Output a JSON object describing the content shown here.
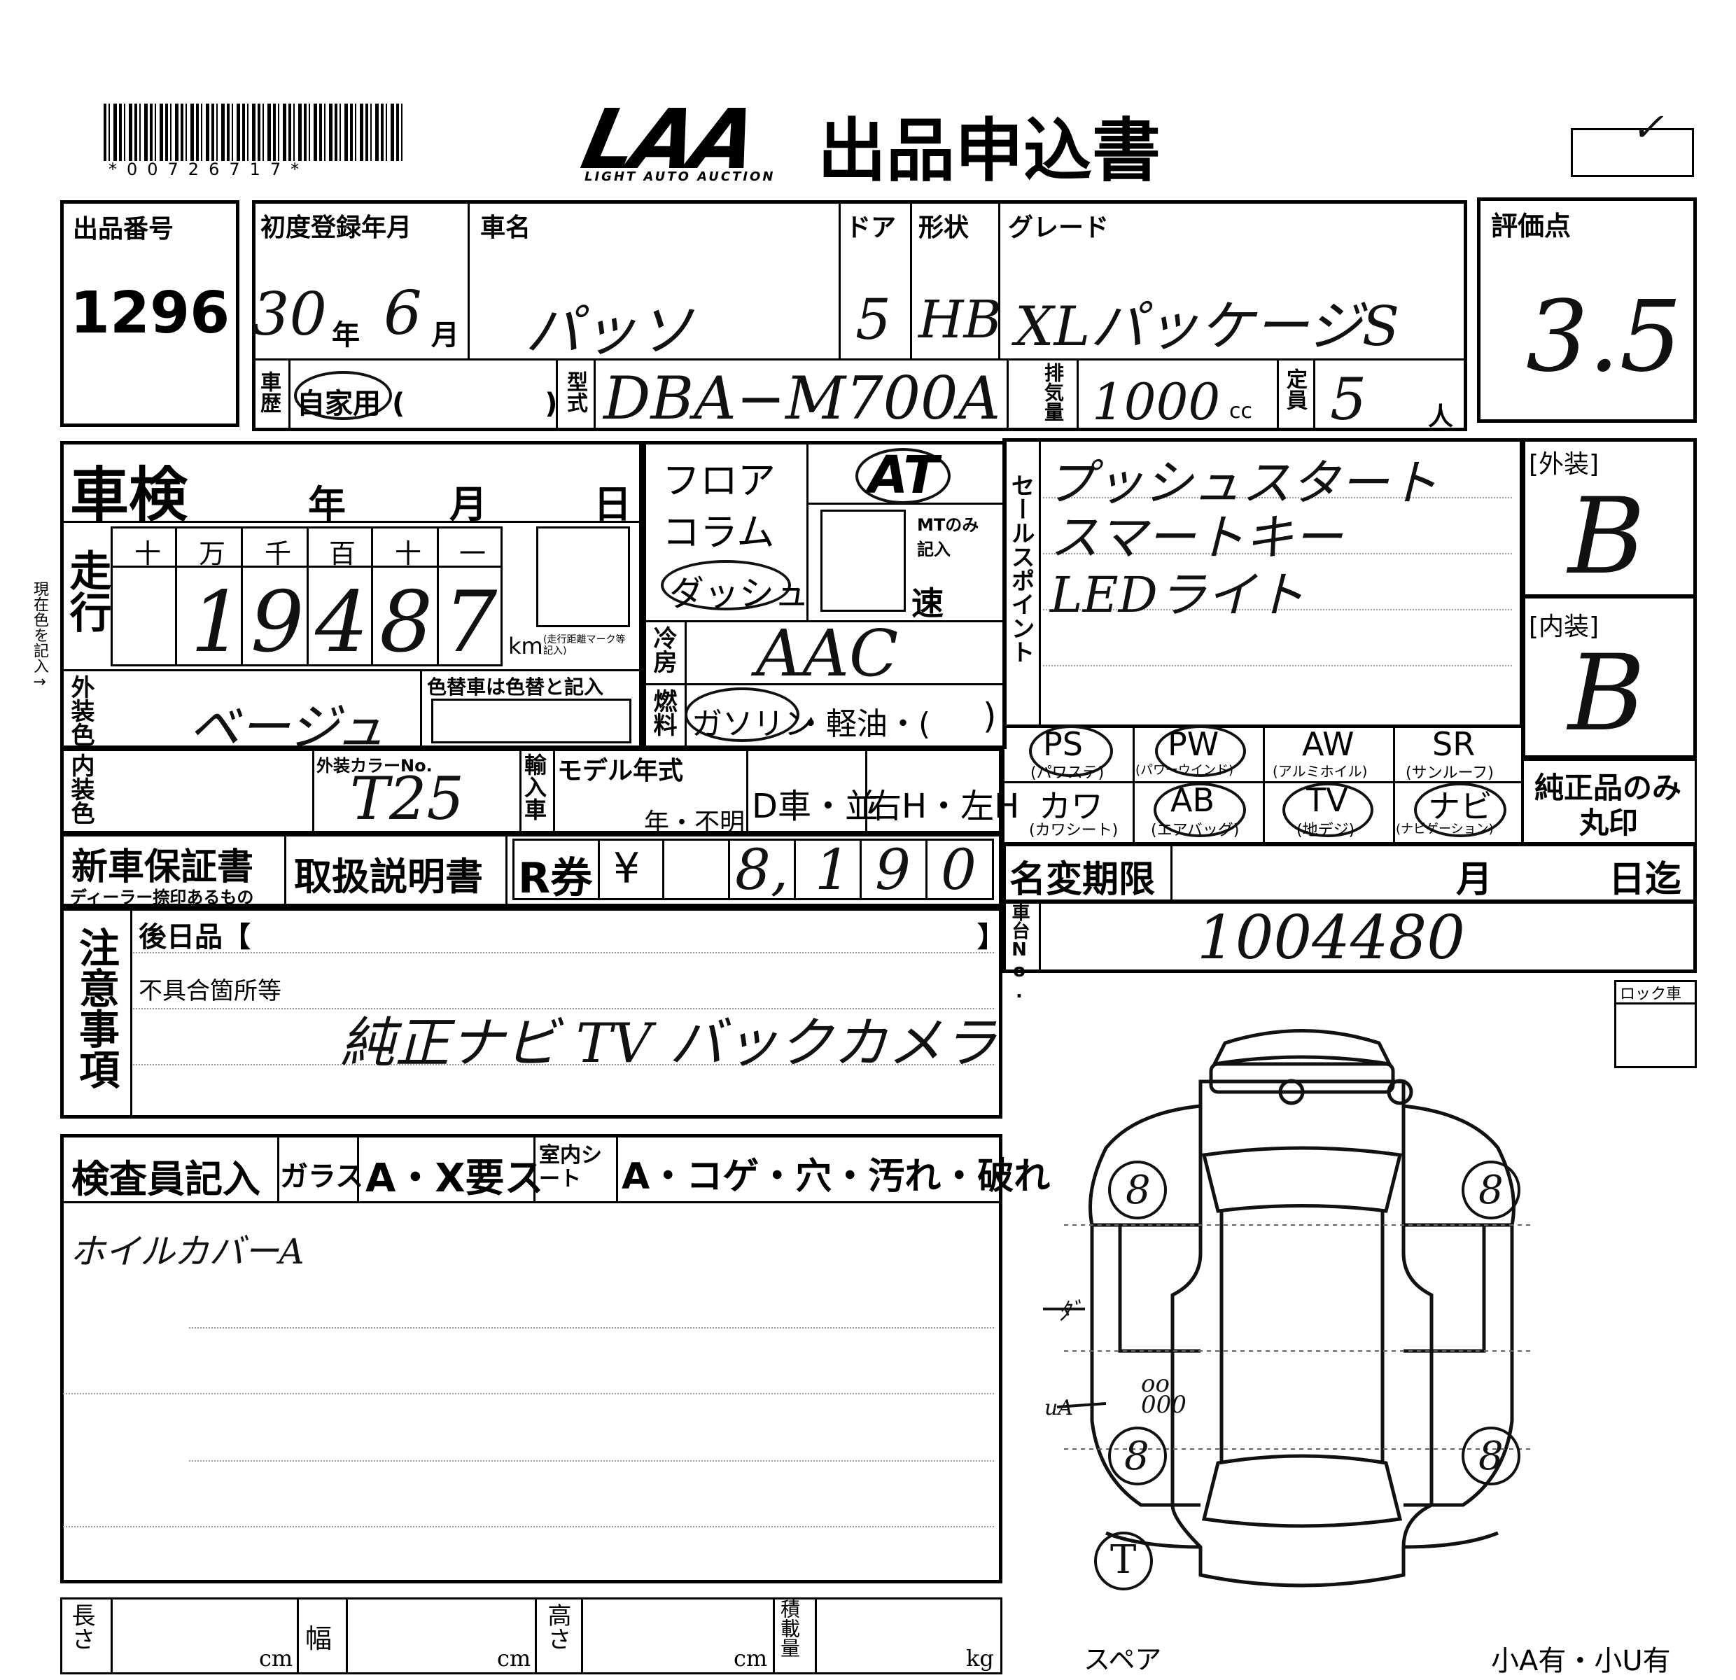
{
  "header": {
    "barcode_text": "*00726717*",
    "logo": "LAA",
    "logo_sub": "LIGHT AUTO AUCTION",
    "title": "出品申込書",
    "check_mark": "✓"
  },
  "lot": {
    "label": "出品番号",
    "value": "1296"
  },
  "car": {
    "first_reg_label": "初度登録年月",
    "first_reg_year": "30",
    "first_reg_year_unit": "年",
    "first_reg_month": "6",
    "first_reg_month_unit": "月",
    "name_label": "車名",
    "name": "パッソ",
    "door_label": "ドア",
    "door": "5",
    "shape_label": "形状",
    "shape": "HB",
    "grade_label": "グレード",
    "grade": "XLパッケージS",
    "history_label": "車歴",
    "history_value": "自家用",
    "history_paren": "(　　　　　)",
    "model_label": "型式",
    "model": "DBA−M700A",
    "displacement_label": "排気量",
    "displacement": "1000",
    "displacement_unit": "cc",
    "capacity_label": "定員",
    "capacity": "5",
    "capacity_unit": "人"
  },
  "score": {
    "label": "評価点",
    "value": "3.5"
  },
  "inspection": {
    "label": "車検",
    "year": "年",
    "month": "月",
    "day": "日"
  },
  "mileage": {
    "label": "走行",
    "side_note": "現在色を記入→",
    "units": [
      "十",
      "万",
      "千",
      "百",
      "十",
      "一"
    ],
    "digits": [
      "1",
      "9",
      "4",
      "8",
      "7"
    ],
    "km": "km",
    "km_note": "(走行距離マーク等記入)"
  },
  "shift": {
    "floor": "フロア",
    "column": "コラム",
    "dash": "ダッシュ",
    "at": "AT",
    "mt_note": "MTのみ記入",
    "speed": "速"
  },
  "ac": {
    "label": "冷房",
    "value": "AAC"
  },
  "fuel": {
    "label": "燃料",
    "gasoline": "ガソリン",
    "diesel": "・軽油・(",
    "close": ")"
  },
  "exterior_color": {
    "label": "外装色",
    "value": "ベージュ",
    "repaint_label": "色替車は色替と記入"
  },
  "interior_color": {
    "label": "内装色",
    "color_no_label": "外装カラーNo.",
    "color_no": "T25"
  },
  "import": {
    "label": "輸入車",
    "model_year_label": "モデル年式",
    "model_year_suffix": "年・不明",
    "dealer": "D車・並",
    "handle": "右H・左H"
  },
  "sales_points": {
    "label": "セールスポイント",
    "lines": [
      "プッシュスタート",
      "スマートキー",
      "LEDライト"
    ]
  },
  "exterior_grade": {
    "label": "[外装]",
    "value": "B"
  },
  "interior_grade": {
    "label": "[内装]",
    "value": "B"
  },
  "equipment": [
    {
      "abbr": "PS",
      "name": "(パワステ)",
      "circled": true
    },
    {
      "abbr": "PW",
      "name": "(パワーウインド)",
      "circled": true
    },
    {
      "abbr": "AW",
      "name": "(アルミホイル)",
      "circled": false
    },
    {
      "abbr": "SR",
      "name": "(サンルーフ)",
      "circled": false
    },
    {
      "abbr": "カワ",
      "name": "(カワシート)",
      "circled": false
    },
    {
      "abbr": "AB",
      "name": "(エアバッグ)",
      "circled": true
    },
    {
      "abbr": "TV",
      "name": "(地デジ)",
      "circled": true
    },
    {
      "abbr": "ナビ",
      "name": "(ナビゲーション)",
      "circled": true
    }
  ],
  "genuine": {
    "line1": "純正品のみ",
    "line2": "丸印"
  },
  "warranty": {
    "label": "新車保証書",
    "sub": "ディーラー捺印あるもの",
    "manual": "取扱説明書"
  },
  "recycle": {
    "label": "R券",
    "yen": "¥",
    "digits": [
      "8,",
      "1",
      "9",
      "0"
    ]
  },
  "name_change": {
    "label": "名変期限",
    "month": "月",
    "day": "日迄"
  },
  "chassis": {
    "label": "車台No.",
    "value": "1004480"
  },
  "notes": {
    "label": "注意事項",
    "later_label": "後日品【",
    "later_close": "】",
    "defects_label": "不具合箇所等",
    "defects": "純正ナビ TV バックカメラ"
  },
  "lock": {
    "label": "ロック車"
  },
  "inspector": {
    "label": "検査員記入",
    "glass_label": "ガラス",
    "glass_value": "A・X要ス",
    "seat_label": "室内シート",
    "seat_value": "A・コゲ・穴・汚れ・破れ",
    "note": "ホイルカバーA"
  },
  "diagram": {
    "marks": [
      "8",
      "8",
      "8",
      "8",
      "T"
    ],
    "ann_left_top": "ﾀﾞ",
    "ann_left_bottom": "uA",
    "ann_ooo": "oo\n000",
    "spare": "スペア",
    "small_a": "小A有・小U有"
  },
  "dimensions": {
    "length": "長さ",
    "width": "幅",
    "height": "高さ",
    "load": "積載量",
    "cm": "cm",
    "kg": "kg"
  }
}
